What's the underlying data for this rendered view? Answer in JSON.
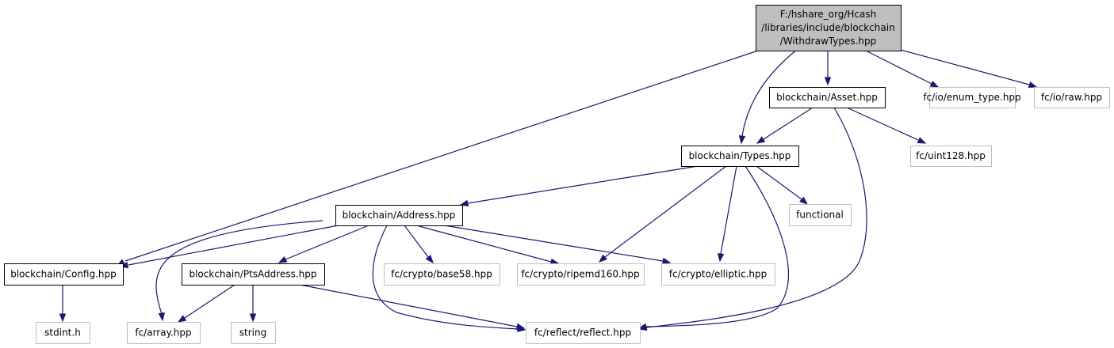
{
  "graph": {
    "colors": {
      "edge": "#191970",
      "root_fill": "#bfbfbf",
      "root_border": "#000000",
      "local_border": "#000000",
      "external_border": "#bfbfbf",
      "text": "#000000",
      "background": "#ffffff"
    },
    "nodes": [
      {
        "id": "root",
        "kind": "root",
        "lines": [
          "F:/hshare_org/Hcash",
          "/libraries/include/blockchain",
          "/WithdrawTypes.hpp"
        ]
      },
      {
        "id": "config",
        "kind": "local",
        "lines": [
          "blockchain/Config.hpp"
        ]
      },
      {
        "id": "types",
        "kind": "local",
        "lines": [
          "blockchain/Types.hpp"
        ]
      },
      {
        "id": "asset",
        "kind": "local",
        "lines": [
          "blockchain/Asset.hpp"
        ]
      },
      {
        "id": "enum_type",
        "kind": "external",
        "lines": [
          "fc/io/enum_type.hpp"
        ]
      },
      {
        "id": "raw",
        "kind": "external",
        "lines": [
          "fc/io/raw.hpp"
        ]
      },
      {
        "id": "uint128",
        "kind": "external",
        "lines": [
          "fc/uint128.hpp"
        ]
      },
      {
        "id": "address",
        "kind": "local",
        "lines": [
          "blockchain/Address.hpp"
        ]
      },
      {
        "id": "functional",
        "kind": "external",
        "lines": [
          "functional"
        ]
      },
      {
        "id": "pts",
        "kind": "local",
        "lines": [
          "blockchain/PtsAddress.hpp"
        ]
      },
      {
        "id": "base58",
        "kind": "external",
        "lines": [
          "fc/crypto/base58.hpp"
        ]
      },
      {
        "id": "ripemd",
        "kind": "external",
        "lines": [
          "fc/crypto/ripemd160.hpp"
        ]
      },
      {
        "id": "elliptic",
        "kind": "external",
        "lines": [
          "fc/crypto/elliptic.hpp"
        ]
      },
      {
        "id": "stdint",
        "kind": "external",
        "lines": [
          "stdint.h"
        ]
      },
      {
        "id": "array",
        "kind": "external",
        "lines": [
          "fc/array.hpp"
        ]
      },
      {
        "id": "string",
        "kind": "external",
        "lines": [
          "string"
        ]
      },
      {
        "id": "reflect",
        "kind": "external",
        "lines": [
          "fc/reflect/reflect.hpp"
        ]
      }
    ],
    "edges": [
      {
        "from": "root",
        "to": "config"
      },
      {
        "from": "root",
        "to": "types"
      },
      {
        "from": "root",
        "to": "asset"
      },
      {
        "from": "root",
        "to": "enum_type"
      },
      {
        "from": "root",
        "to": "raw"
      },
      {
        "from": "asset",
        "to": "types"
      },
      {
        "from": "asset",
        "to": "uint128"
      },
      {
        "from": "asset",
        "to": "reflect"
      },
      {
        "from": "types",
        "to": "address"
      },
      {
        "from": "types",
        "to": "functional"
      },
      {
        "from": "types",
        "to": "ripemd"
      },
      {
        "from": "types",
        "to": "elliptic"
      },
      {
        "from": "types",
        "to": "reflect"
      },
      {
        "from": "address",
        "to": "config"
      },
      {
        "from": "address",
        "to": "array"
      },
      {
        "from": "address",
        "to": "pts"
      },
      {
        "from": "address",
        "to": "base58"
      },
      {
        "from": "address",
        "to": "ripemd"
      },
      {
        "from": "address",
        "to": "elliptic"
      },
      {
        "from": "address",
        "to": "reflect"
      },
      {
        "from": "config",
        "to": "stdint"
      },
      {
        "from": "pts",
        "to": "array"
      },
      {
        "from": "pts",
        "to": "string"
      },
      {
        "from": "pts",
        "to": "reflect"
      }
    ]
  }
}
